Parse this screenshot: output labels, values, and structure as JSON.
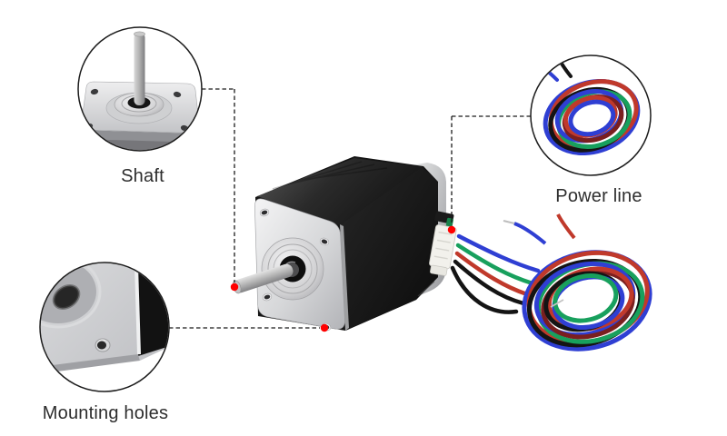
{
  "figure": {
    "kind": "annotated product image",
    "subject": "stepper motor with lead wires",
    "background": "#ffffff"
  },
  "annotations": [
    {
      "id": "shaft",
      "label": "Shaft"
    },
    {
      "id": "power-line",
      "label": "Power line"
    },
    {
      "id": "mounting-holes",
      "label": "Mounting holes"
    }
  ],
  "style": {
    "label_color": "#2d2d2d",
    "leader_line_color": "#1a1a1a",
    "marker_dot_color": "#ff0000",
    "callout_ring_color": "#1c1c1c",
    "motor_body_color": "#1a1a1a",
    "metal_color": "#c9cacc",
    "wire_colors": {
      "red": "#c0392b",
      "blue": "#2f3fd3",
      "green": "#18a05d",
      "black": "#141414"
    }
  }
}
